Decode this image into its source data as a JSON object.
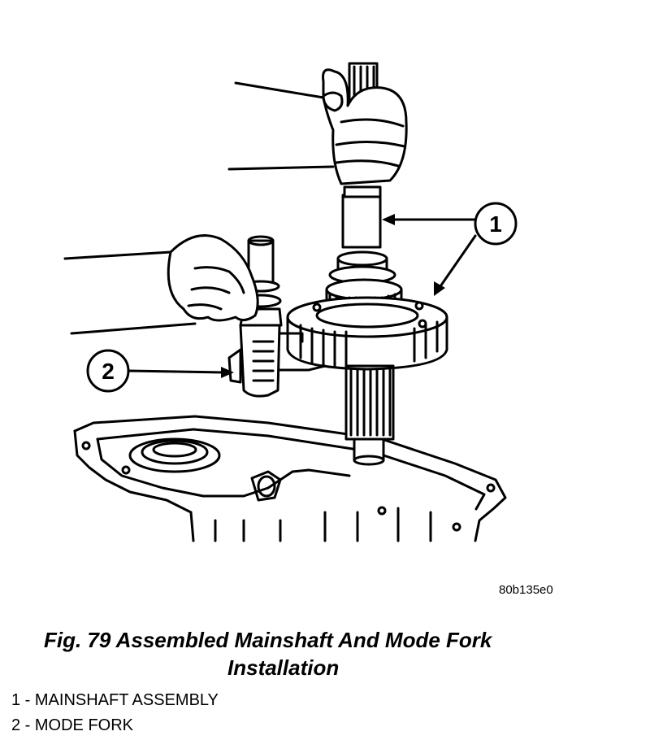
{
  "figure": {
    "callouts": [
      {
        "number": "1"
      },
      {
        "number": "2"
      }
    ],
    "image_code": "80b135e0"
  },
  "caption": {
    "line1": "Fig. 79 Assembled Mainshaft And Mode Fork",
    "line2": "Installation"
  },
  "legend": [
    "1 - MAINSHAFT ASSEMBLY",
    "2 - MODE FORK"
  ]
}
